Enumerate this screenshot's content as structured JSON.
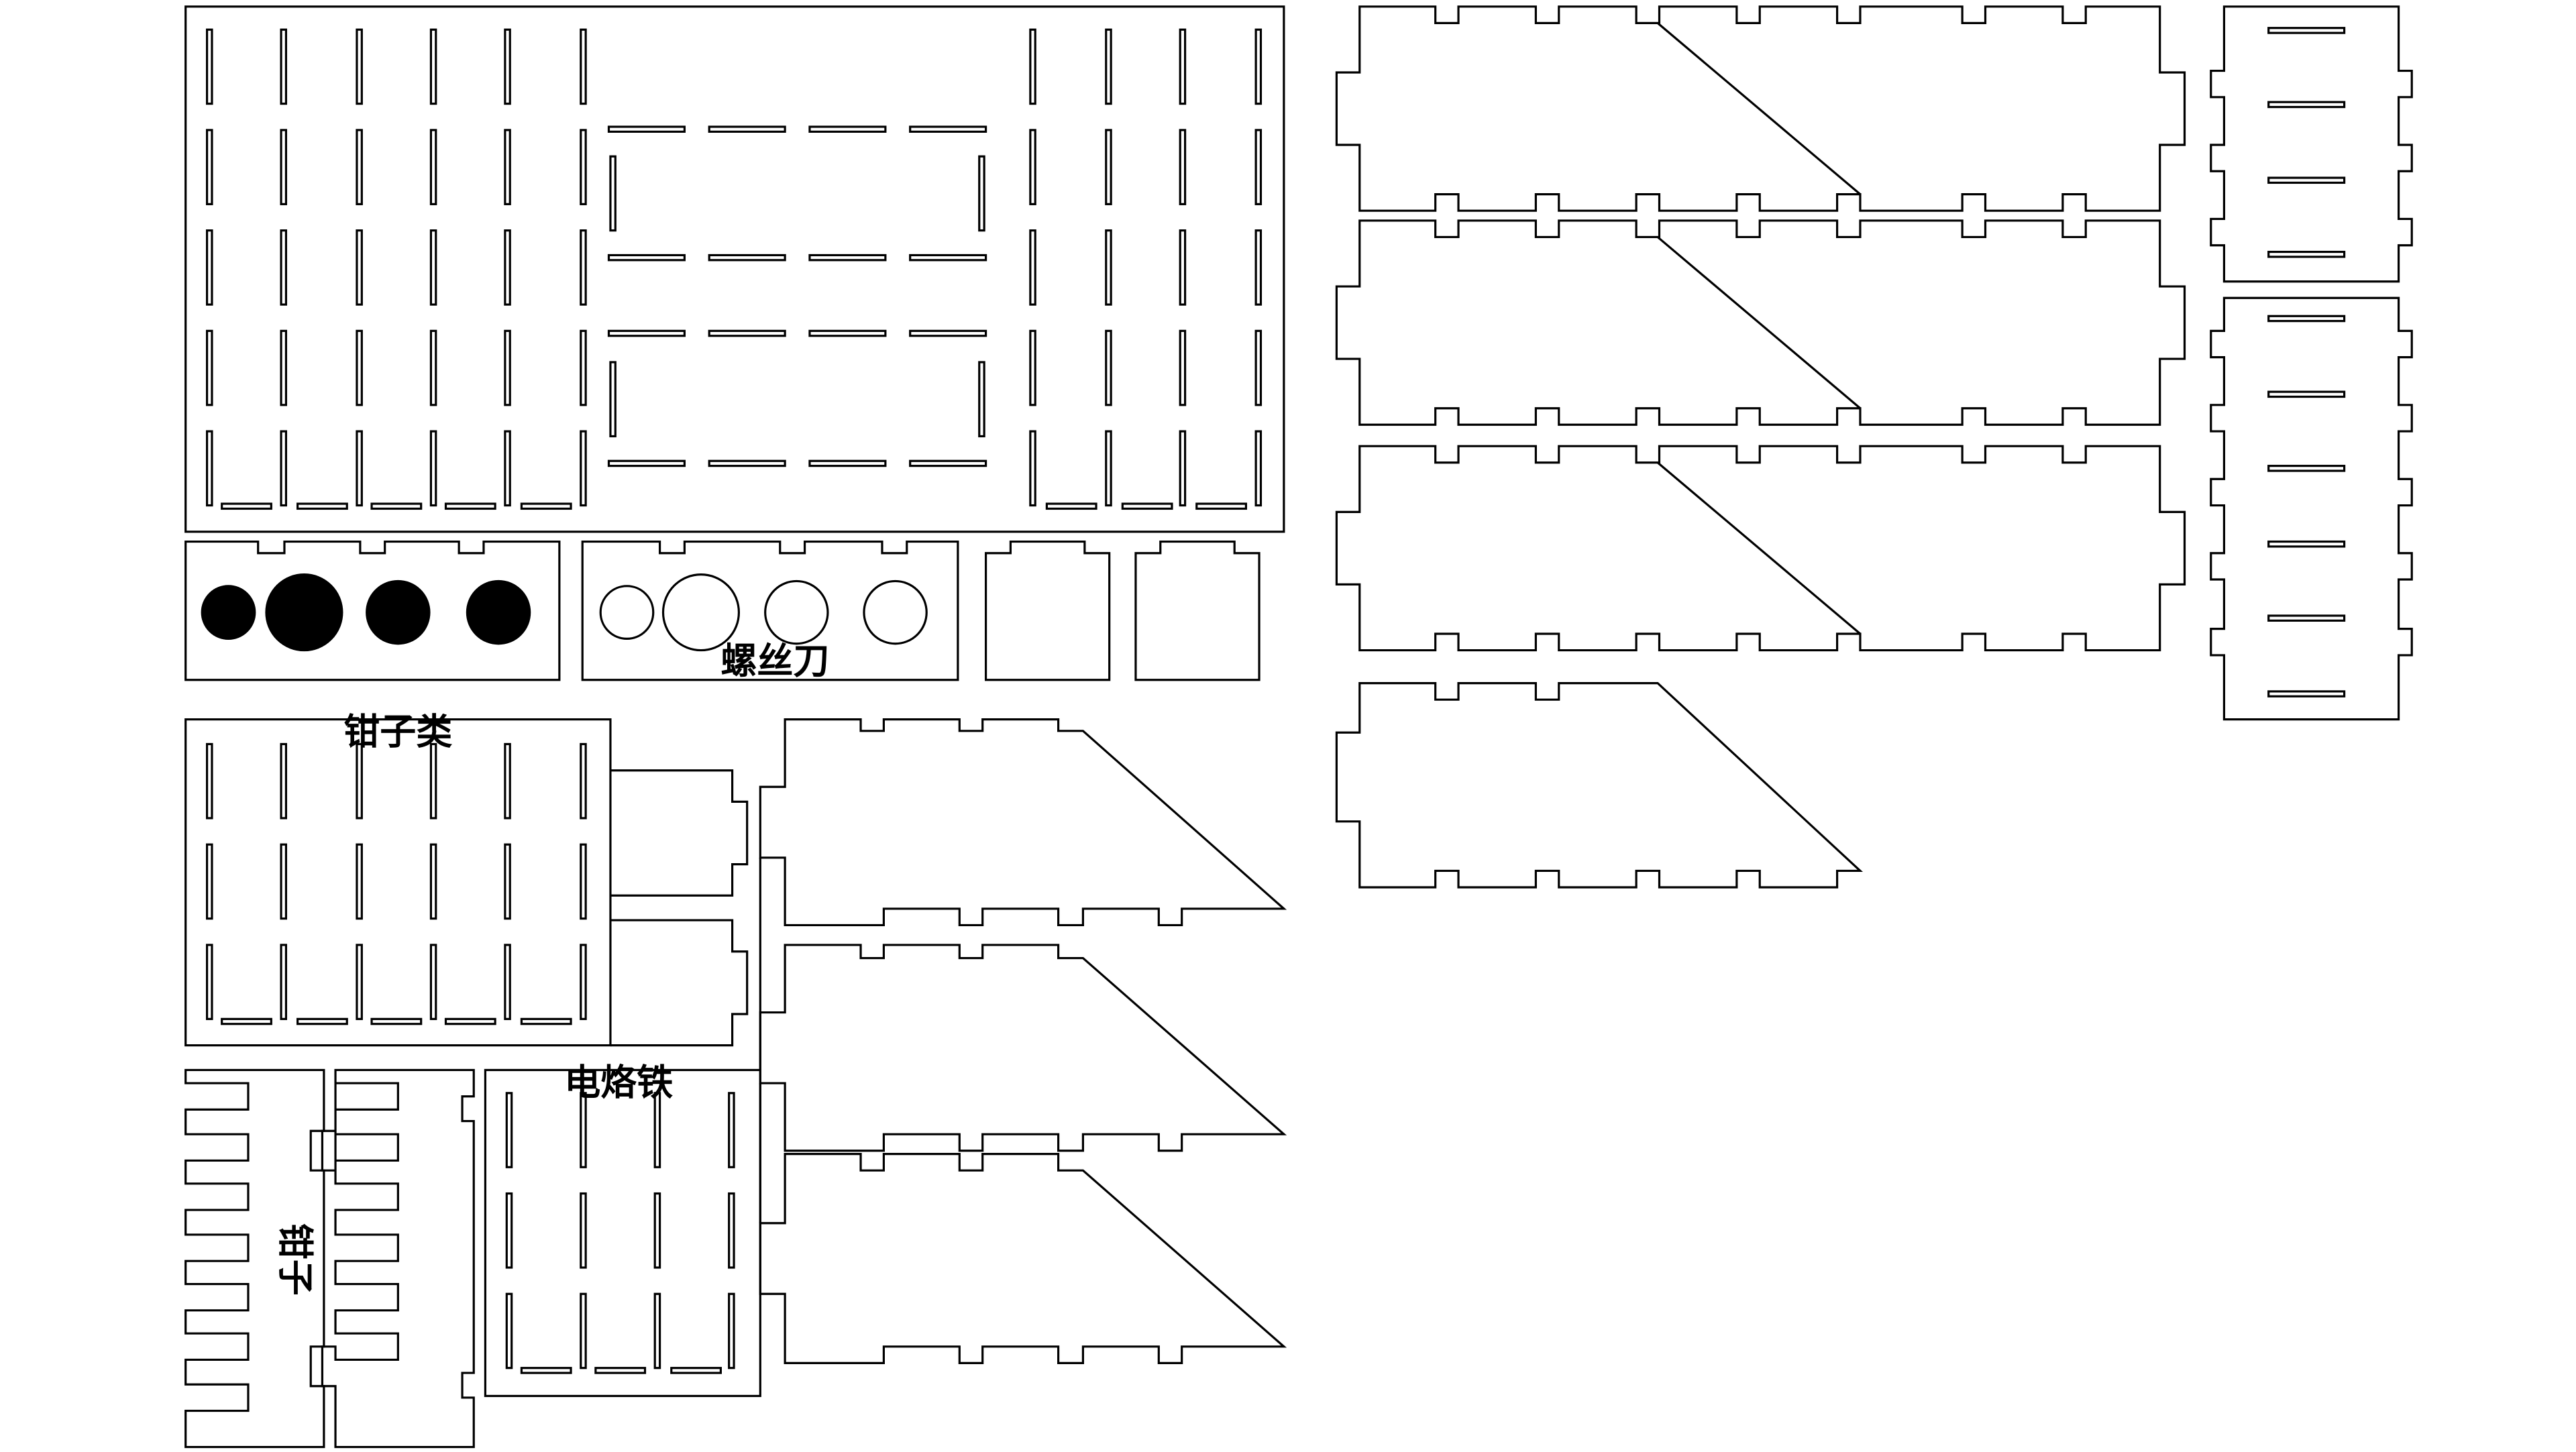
{
  "drawing": {
    "stroke_color": "#000000",
    "background_color": "#ffffff",
    "fill_color": "#000000"
  },
  "labels": {
    "screwdriver": "螺丝刀",
    "pliers_group": "钳子类",
    "soldering_iron": "电烙铁",
    "pliers": "钳子"
  }
}
